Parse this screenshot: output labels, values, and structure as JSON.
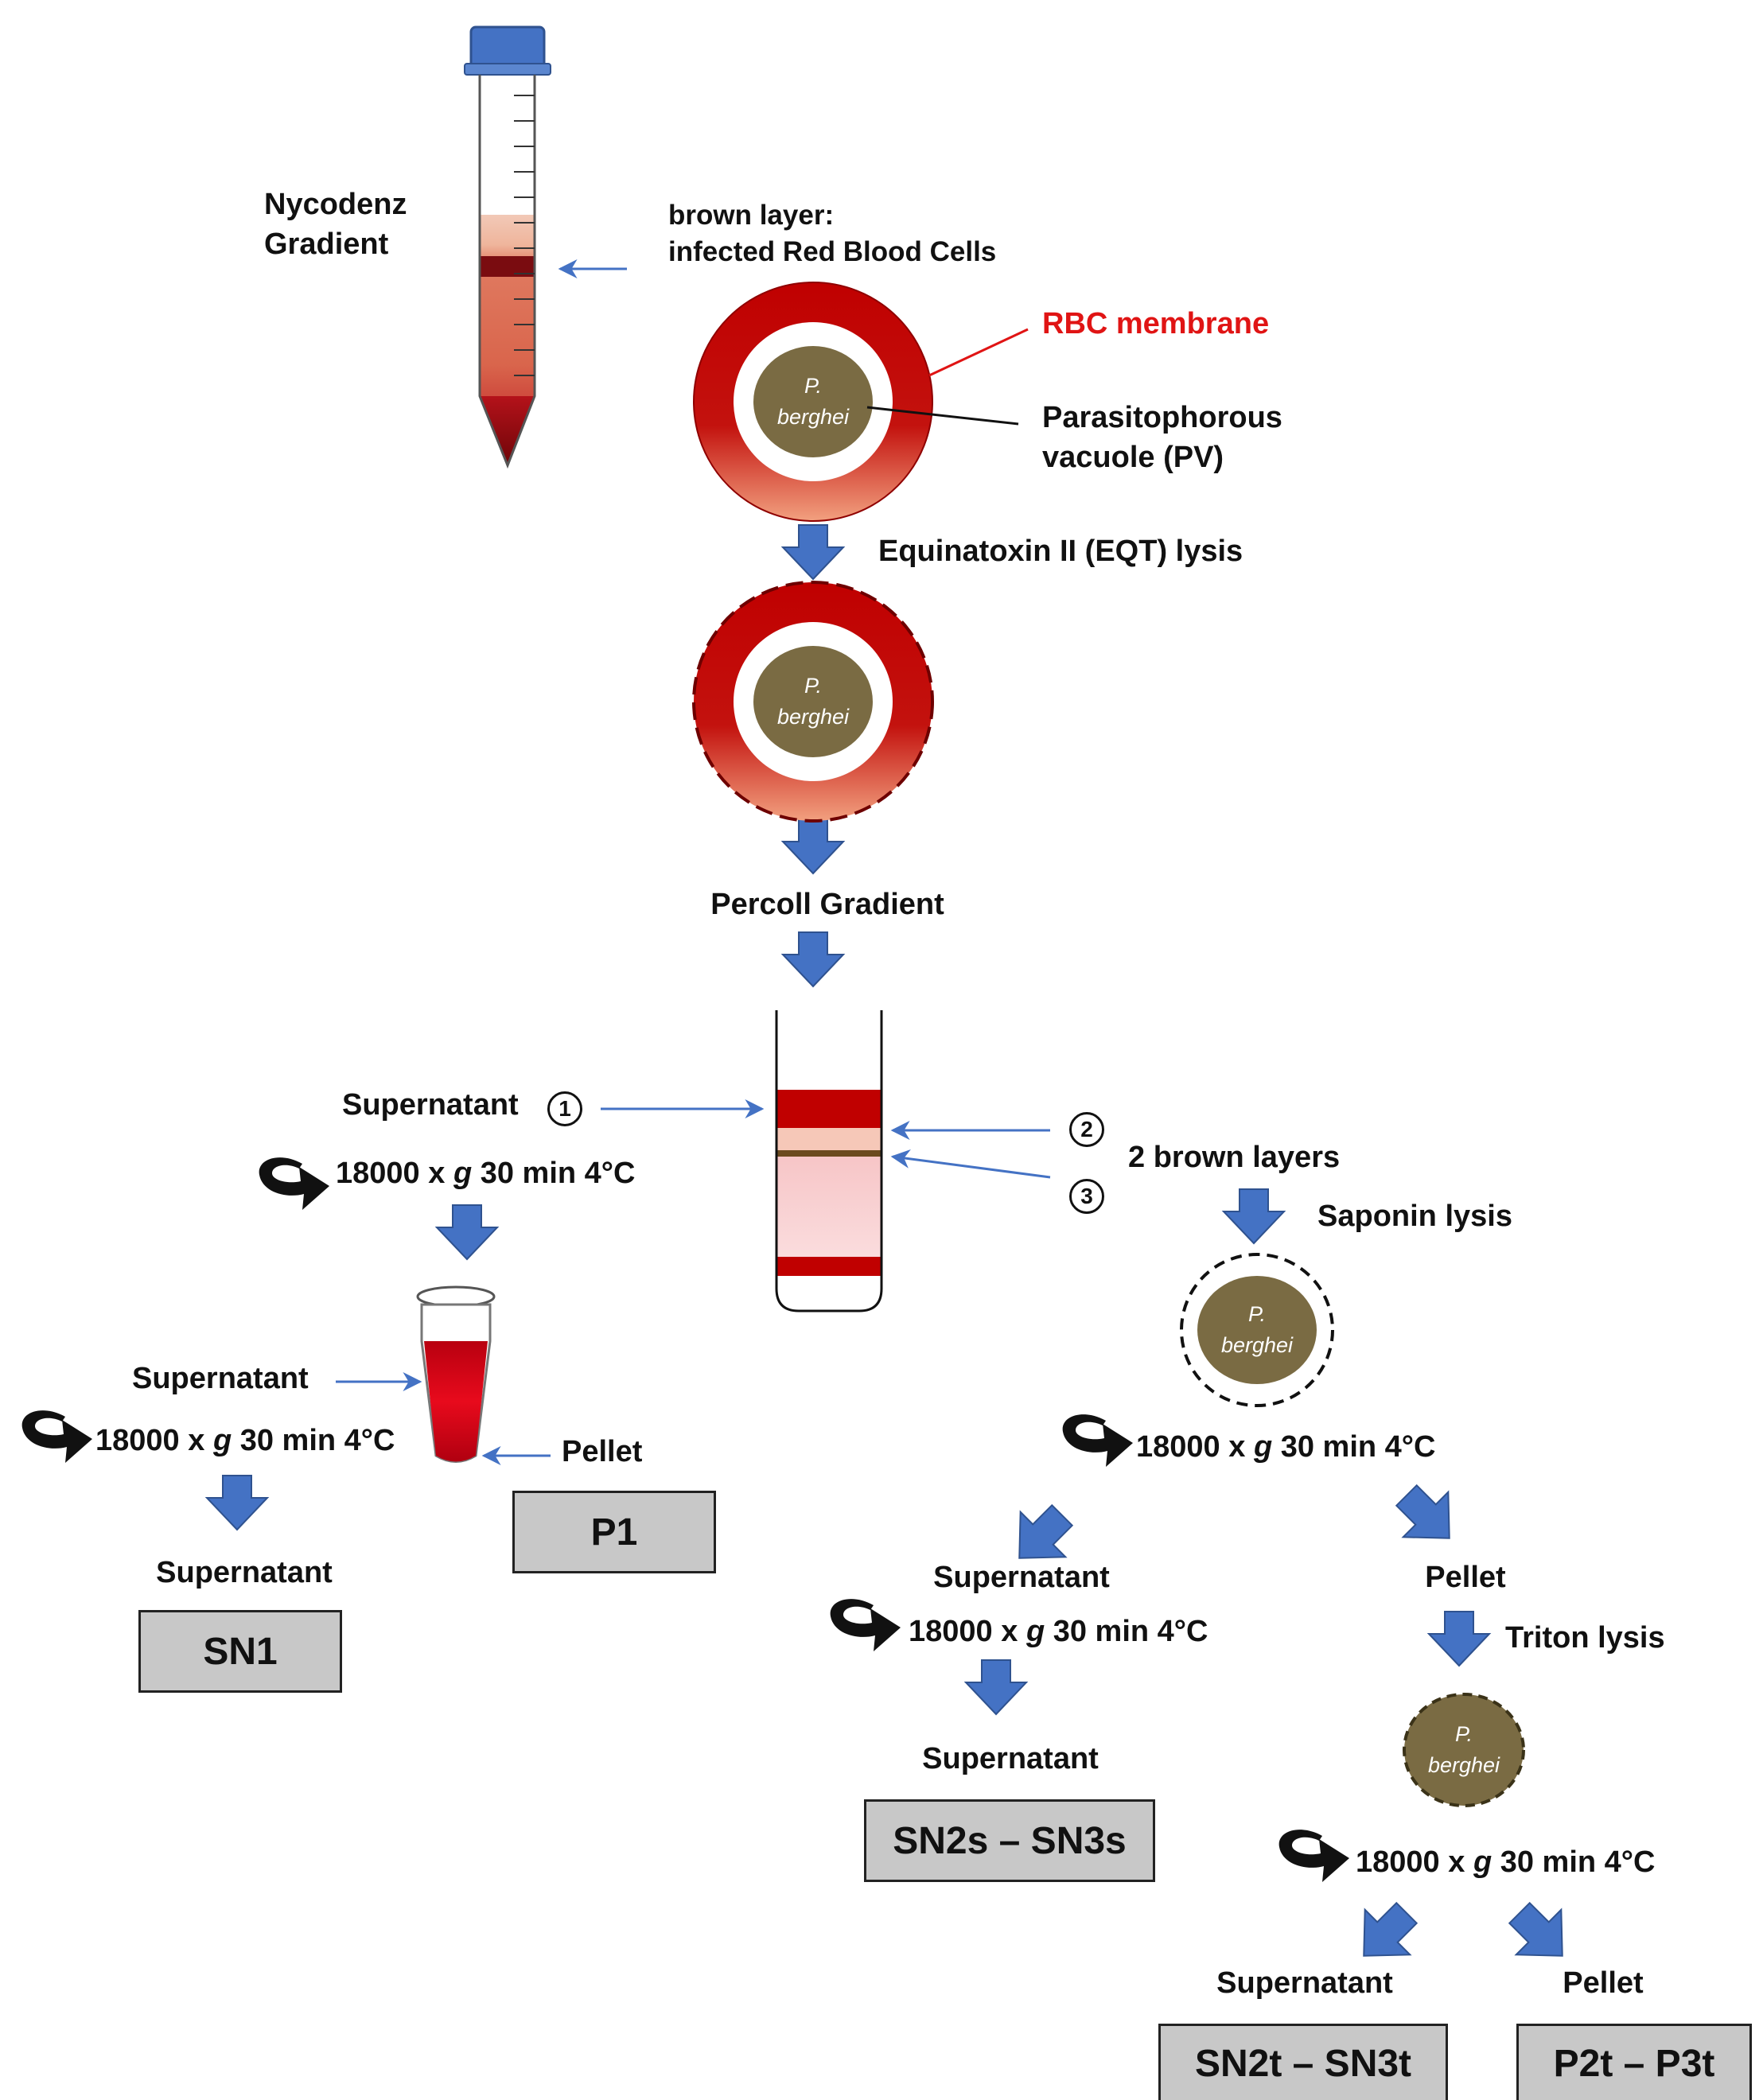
{
  "labels": {
    "nycodenz_line1": "Nycodenz",
    "nycodenz_line2": "Gradient",
    "brown_layer_line1": "brown layer:",
    "brown_layer_line2": "infected Red Blood Cells",
    "rbc_membrane": "RBC membrane",
    "pv_line1": "Parasitophorous",
    "pv_line2": "vacuole (PV)",
    "eqt_lysis": "Equinatoxin II (EQT) lysis",
    "percoll": "Percoll Gradient",
    "supernatant": "Supernatant",
    "pellet": "Pellet",
    "two_brown_layers": "2 brown layers",
    "saponin_lysis": "Saponin lysis",
    "triton_lysis": "Triton lysis",
    "centrifuge_speed": "18000 x",
    "centrifuge_g": "g",
    "centrifuge_rest": "30 min 4°C",
    "parasite_line1": "P.",
    "parasite_line2": "berghei",
    "num1": "1",
    "num2": "2",
    "num3": "3"
  },
  "fractions": {
    "sn1": "SN1",
    "p1": "P1",
    "sn2s_sn3s": "SN2s – SN3s",
    "sn2t_sn3t": "SN2t – SN3t",
    "p2t_p3t": "P2t – P3t"
  },
  "colors": {
    "flow_arrow": "#4472c4",
    "pointer_arrow": "#4472c4",
    "rbc_red": "#c00000",
    "parasite_olive": "#7a6b43",
    "rbc_membrane_label": "#e01414",
    "tube_cap": "#4472c4",
    "fraction_box": "#c8c8c8"
  },
  "icons": {
    "centrifuge": "curved-black-arrow-icon",
    "flow": "block-down-arrow-icon"
  }
}
